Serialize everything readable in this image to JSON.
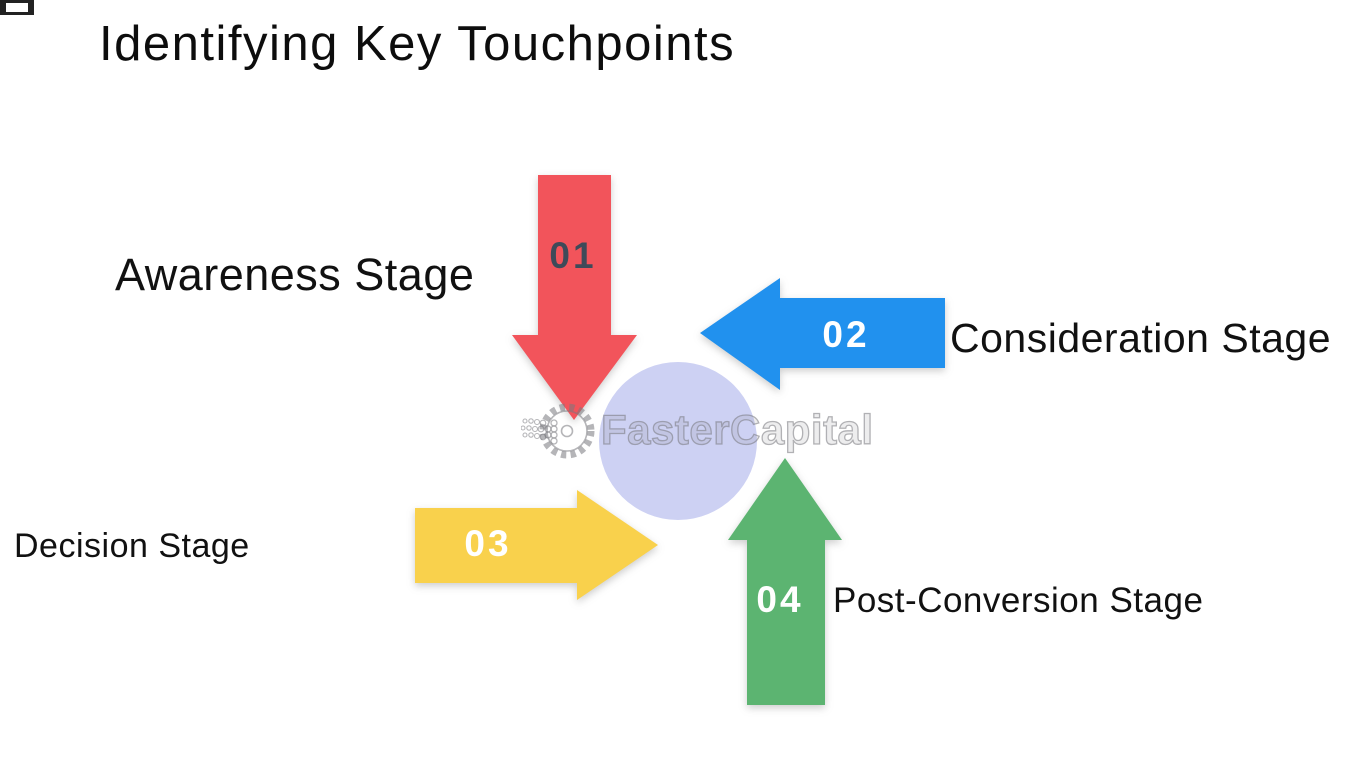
{
  "title": "Identifying Key Touchpoints",
  "watermark": {
    "text": "FasterCapital"
  },
  "diagram": {
    "center_circle_color": "#CDD1F3",
    "stages": [
      {
        "number": "01",
        "label": "Awareness Stage",
        "direction": "down",
        "arrow_color": "#F2545B",
        "number_color": "#3E4A59"
      },
      {
        "number": "02",
        "label": "Consideration Stage",
        "direction": "left",
        "arrow_color": "#2191EE",
        "number_color": "#FFFFFF"
      },
      {
        "number": "03",
        "label": "Decision Stage",
        "direction": "right",
        "arrow_color": "#F9D14C",
        "number_color": "#FFFFFF"
      },
      {
        "number": "04",
        "label": "Post-Conversion Stage",
        "direction": "up",
        "arrow_color": "#5CB471",
        "number_color": "#FFFFFF"
      }
    ]
  }
}
